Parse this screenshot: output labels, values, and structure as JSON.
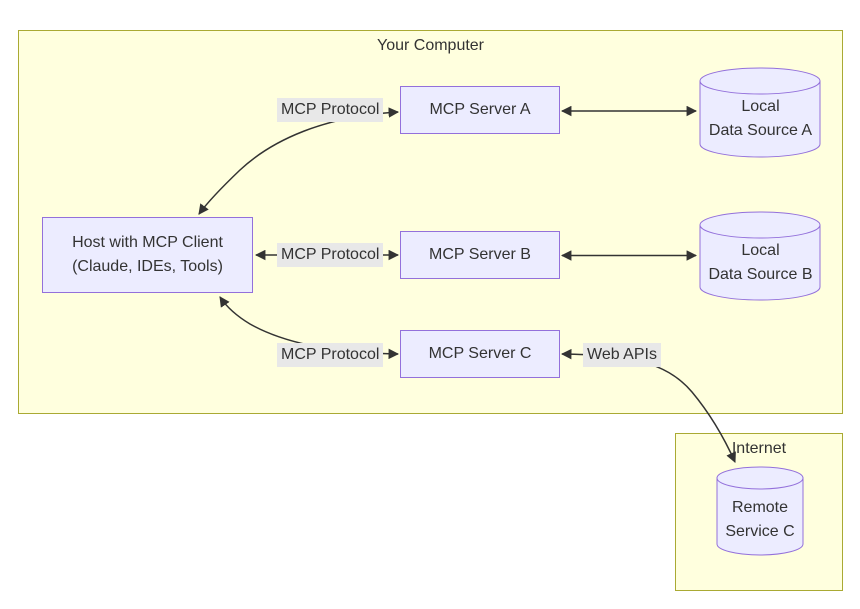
{
  "clusters": {
    "your_computer": {
      "title": "Your Computer"
    },
    "internet": {
      "title": "Internet"
    }
  },
  "nodes": {
    "host": {
      "line1": "Host with MCP Client",
      "line2": "(Claude, IDEs, Tools)"
    },
    "server_a": {
      "label": "MCP Server A"
    },
    "server_b": {
      "label": "MCP Server B"
    },
    "server_c": {
      "label": "MCP Server C"
    },
    "data_a": {
      "line1": "Local",
      "line2": "Data Source A"
    },
    "data_b": {
      "line1": "Local",
      "line2": "Data Source B"
    },
    "remote_c": {
      "line1": "Remote",
      "line2": "Service C"
    }
  },
  "edge_labels": {
    "mcp_a": "MCP Protocol",
    "mcp_b": "MCP Protocol",
    "mcp_c": "MCP Protocol",
    "web_apis": "Web APIs"
  },
  "colors": {
    "node_fill": "#ECECFF",
    "node_border": "#9370DB",
    "cluster_fill": "#FFFFDE",
    "cluster_border": "#AAAA33",
    "edge_label_bg": "#E8E8E8",
    "edge_stroke": "#333333",
    "text": "#333333",
    "background": "#FFFFFF"
  }
}
